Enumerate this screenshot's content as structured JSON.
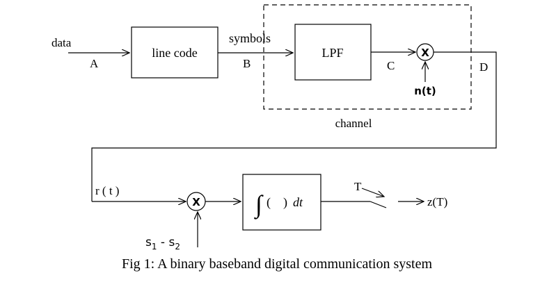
{
  "diagram": {
    "input_label": "data",
    "points": {
      "a": "A",
      "b": "B",
      "c": "C",
      "d": "D"
    },
    "line_code_label": "line code",
    "symbols_label": "symbols",
    "lpf_label": "LPF",
    "channel_label": "channel",
    "noise_label": "n(t)",
    "mixer_symbol": "X",
    "received_label": "r ( t )",
    "reference_label": {
      "s1": "s",
      "s1_sub": "1",
      "minus": " - ",
      "s2": "s",
      "s2_sub": "2"
    },
    "integral_sign": "∫",
    "integrand_paren": "(    )",
    "integrand_dt": "dt",
    "switch_label": "T",
    "output_label": "z(T)"
  },
  "caption": "Fig 1: A binary baseband digital communication system"
}
